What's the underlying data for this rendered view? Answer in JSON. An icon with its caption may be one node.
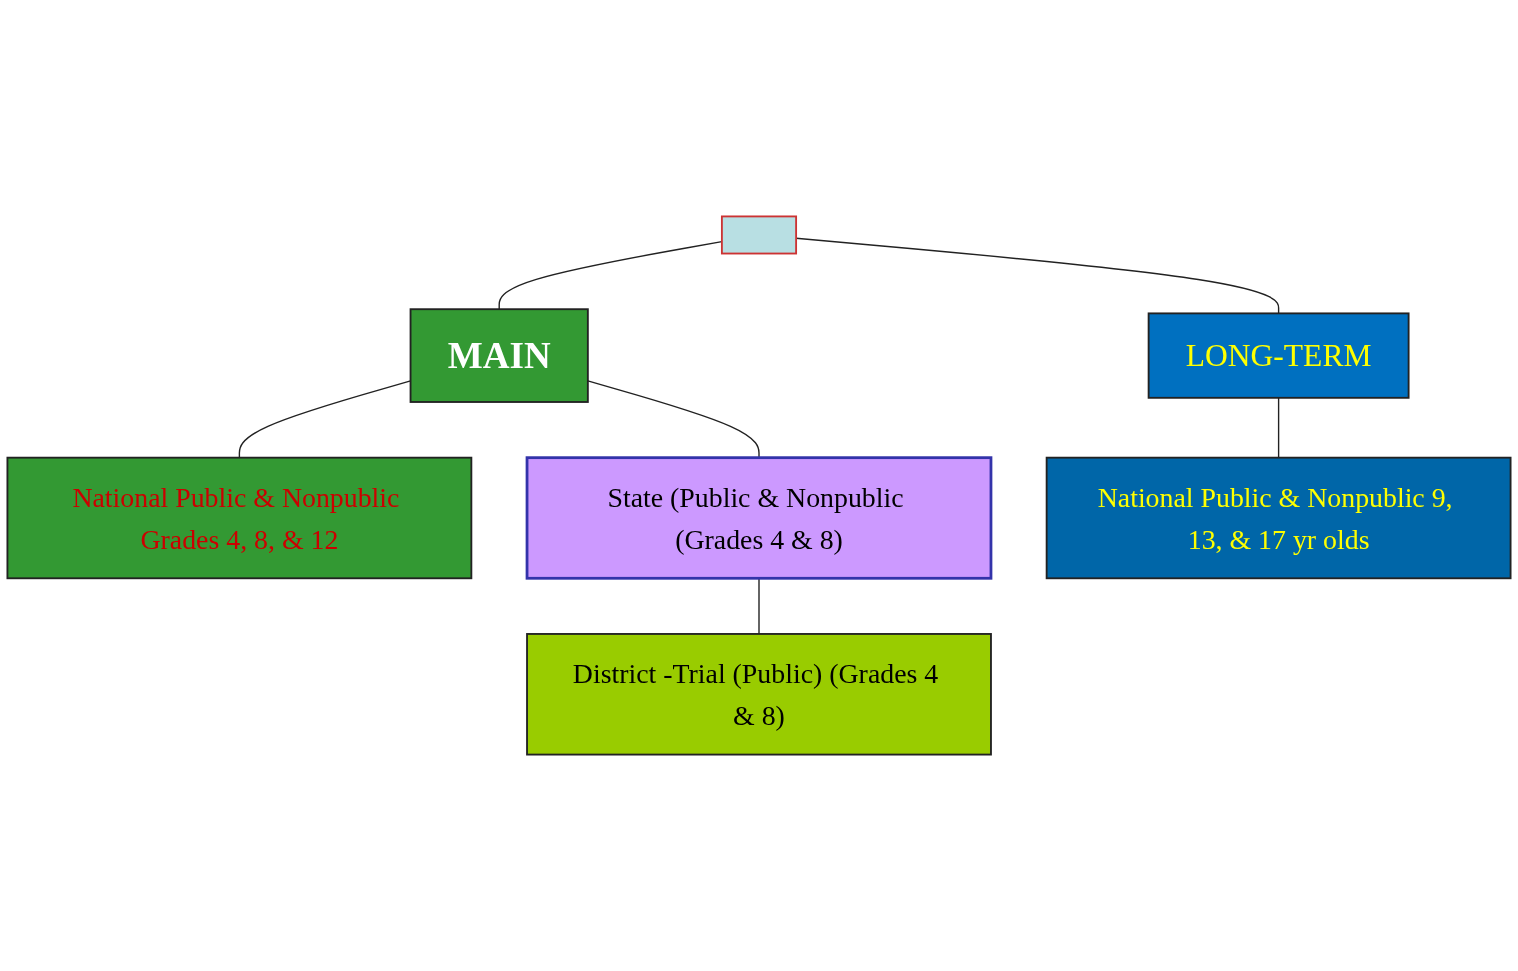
{
  "diagram": {
    "nodes": [
      {
        "text": [],
        "shape": "box"
      },
      {
        "text": [
          "MAIN"
        ]
      },
      {
        "text": [
          "National Public & Nonpublic Grades 4, 8, & 12"
        ]
      },
      {
        "text": [
          "State (Public & Nonpublic (Grades 4 & 8)"
        ]
      },
      {
        "text": [
          "District -Trial (Public) (Grades 4 & 8)"
        ]
      },
      {
        "text": [
          "LONG-TERM"
        ]
      },
      {
        "text": [
          "National Public & Nonpublic 9, 13, & 17 yr olds"
        ]
      }
    ],
    "edges": [
      {
        "from": 0,
        "to": 1,
        "arrow": "none"
      },
      {
        "from": 0,
        "to": 5,
        "arrow": "none"
      },
      {
        "from": 1,
        "to": 2,
        "arrow": "none"
      },
      {
        "from": 1,
        "to": 3,
        "arrow": "none"
      },
      {
        "from": 3,
        "to": 4,
        "arrow": "none"
      },
      {
        "from": 5,
        "to": 6,
        "arrow": "none"
      }
    ]
  }
}
